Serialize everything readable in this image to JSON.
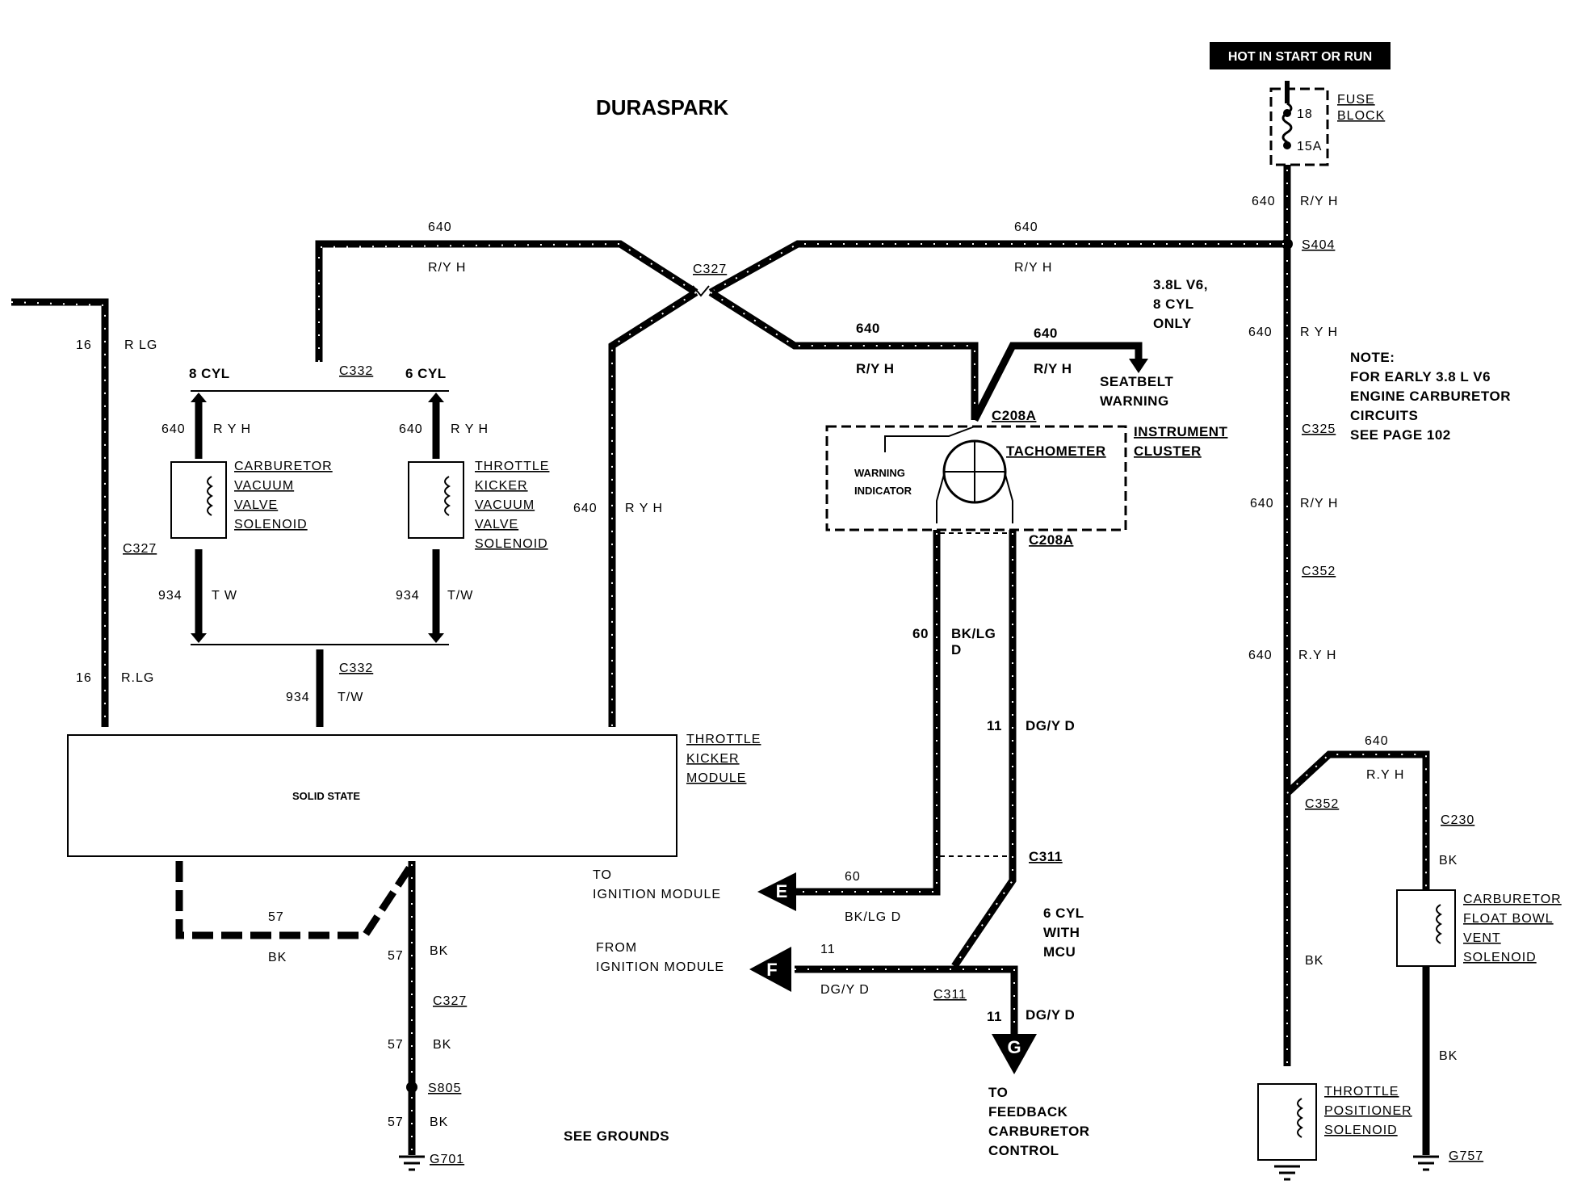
{
  "title": "DURASPARK",
  "hot_label": "HOT IN START OR RUN",
  "fuse": {
    "num": "18",
    "amp": "15A",
    "label1": "FUSE",
    "label2": "BLOCK"
  },
  "wire640": "640",
  "ryh": "R/Y H",
  "ryh_sp": "R Y H",
  "ryh_dot": "R.Y H",
  "rlg": "R LG",
  "rlg_b": "R.LG",
  "w16a": "16",
  "w16b": "16",
  "w934": "934",
  "tw": "T W",
  "tw_b": "T/W",
  "tw_c": "T/W",
  "w57": "57",
  "bk": "BK",
  "w60": "60",
  "bklgd_a": "BK/LG",
  "bklgd_b": "D",
  "bklgd_c": "BK/LG D",
  "w11": "11",
  "dgyd": "DG/Y D",
  "connectors": {
    "c327": "C327",
    "c332": "C332",
    "c208a": "C208A",
    "c311": "C311",
    "s404": "S404",
    "c325": "C325",
    "c352": "C352",
    "c230": "C230",
    "s805": "S805",
    "g701": "G701",
    "g757": "G757"
  },
  "cyl8": "8 CYL",
  "cyl6": "6 CYL",
  "carb_vac": [
    "CARBURETOR",
    "VACUUM",
    "VALVE",
    "SOLENOID"
  ],
  "throttle_kicker": [
    "THROTTLE",
    "KICKER",
    "VACUUM",
    "VALVE",
    "SOLENOID"
  ],
  "tk_module": [
    "THROTTLE",
    "KICKER",
    "MODULE"
  ],
  "solid_state": "SOLID STATE",
  "only38": [
    "3.8L V6,",
    "8 CYL",
    "ONLY"
  ],
  "seatbelt": [
    "SEATBELT",
    "WARNING"
  ],
  "tachometer": "TACHOMETER",
  "warning_ind": [
    "WARNING",
    "INDICATOR"
  ],
  "instrument": [
    "INSTRUMENT",
    "CLUSTER"
  ],
  "note": [
    "NOTE:",
    "FOR EARLY 3.8 L V6",
    "ENGINE CARBURETOR",
    "CIRCUITS",
    "SEE PAGE 102"
  ],
  "to_ign": [
    "TO",
    "IGNITION MODULE"
  ],
  "from_ign": [
    "FROM",
    "IGNITION MODULE"
  ],
  "e": "E",
  "f": "F",
  "g": "G",
  "mcu": [
    "6 CYL",
    "WITH",
    "MCU"
  ],
  "feedback": [
    "TO",
    "FEEDBACK",
    "CARBURETOR",
    "CONTROL"
  ],
  "see_grounds": "SEE GROUNDS",
  "float_bowl": [
    "CARBURETOR",
    "FLOAT BOWL",
    "VENT",
    "SOLENOID"
  ],
  "tps": [
    "THROTTLE",
    "POSITIONER",
    "SOLENOID"
  ]
}
